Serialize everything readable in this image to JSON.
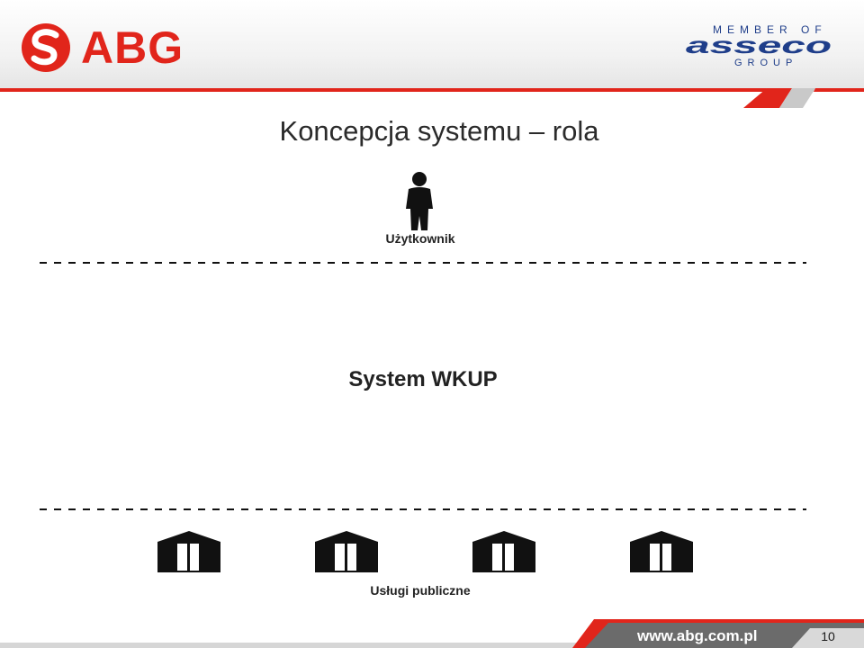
{
  "header": {
    "logo_text": "ABG",
    "partner_top": "MEMBER OF",
    "partner_name": "asseco",
    "partner_bottom": "GROUP"
  },
  "slide": {
    "title": "Koncepcja systemu – rola",
    "user_label": "Użytkownik",
    "system_label": "System WKUP",
    "services_label": "Usługi publiczne"
  },
  "footer": {
    "url": "www.abg.com.pl",
    "page_number": "10"
  },
  "colors": {
    "brand_red": "#e1251b",
    "asseco_blue": "#1f3e8a",
    "footer_gray": "#6b6b6b"
  },
  "icons": [
    "abg-logo-icon",
    "person-icon",
    "building-icon"
  ]
}
